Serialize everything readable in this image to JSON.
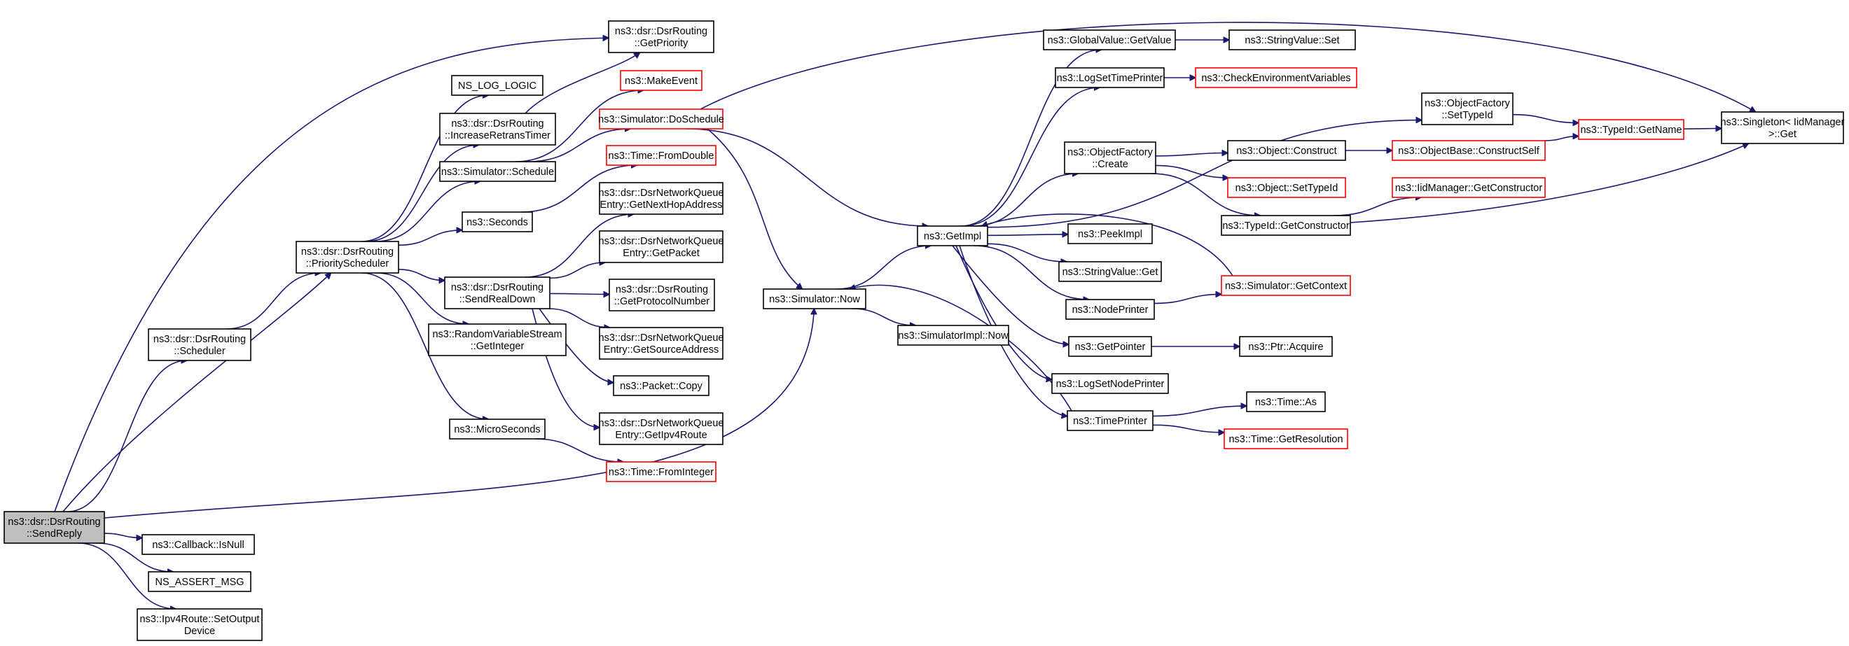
{
  "colors": {
    "edge": "#191970",
    "node_border": "#000000",
    "external_border": "#ff0000",
    "root_fill": "#bfbfbf",
    "background": "#ffffff"
  },
  "nodes": [
    {
      "id": "sendreply",
      "lines": [
        "ns3::dsr::DsrRouting",
        "::SendReply"
      ],
      "style": "root"
    },
    {
      "id": "scheduler",
      "lines": [
        "ns3::dsr::DsrRouting",
        "::Scheduler"
      ],
      "style": "normal"
    },
    {
      "id": "isnull",
      "lines": [
        "ns3::Callback::IsNull"
      ],
      "style": "normal"
    },
    {
      "id": "assertmsg",
      "lines": [
        "NS_ASSERT_MSG"
      ],
      "style": "normal"
    },
    {
      "id": "setoutput",
      "lines": [
        "ns3::Ipv4Route::SetOutput",
        "Device"
      ],
      "style": "normal"
    },
    {
      "id": "priosched",
      "lines": [
        "ns3::dsr::DsrRouting",
        "::PriorityScheduler"
      ],
      "style": "normal"
    },
    {
      "id": "getpriority",
      "lines": [
        "ns3::dsr::DsrRouting",
        "::GetPriority"
      ],
      "style": "normal"
    },
    {
      "id": "nslog",
      "lines": [
        "NS_LOG_LOGIC"
      ],
      "style": "normal"
    },
    {
      "id": "incretrans",
      "lines": [
        "ns3::dsr::DsrRouting",
        "::IncreaseRetransTimer"
      ],
      "style": "normal"
    },
    {
      "id": "simschedule",
      "lines": [
        "ns3::Simulator::Schedule"
      ],
      "style": "normal"
    },
    {
      "id": "seconds",
      "lines": [
        "ns3::Seconds"
      ],
      "style": "normal"
    },
    {
      "id": "sendrealdown",
      "lines": [
        "ns3::dsr::DsrRouting",
        "::SendRealDown"
      ],
      "style": "normal"
    },
    {
      "id": "rvsgetint",
      "lines": [
        "ns3::RandomVariableStream",
        "::GetInteger"
      ],
      "style": "normal"
    },
    {
      "id": "microseconds",
      "lines": [
        "ns3::MicroSeconds"
      ],
      "style": "normal"
    },
    {
      "id": "makeevent",
      "lines": [
        "ns3::MakeEvent"
      ],
      "style": "external"
    },
    {
      "id": "doschedule",
      "lines": [
        "ns3::Simulator::DoSchedule"
      ],
      "style": "external"
    },
    {
      "id": "fromdouble",
      "lines": [
        "ns3::Time::FromDouble"
      ],
      "style": "external"
    },
    {
      "id": "getnexthop",
      "lines": [
        "ns3::dsr::DsrNetworkQueue",
        "Entry::GetNextHopAddress"
      ],
      "style": "normal"
    },
    {
      "id": "getpacket",
      "lines": [
        "ns3::dsr::DsrNetworkQueue",
        "Entry::GetPacket"
      ],
      "style": "normal"
    },
    {
      "id": "getprotocol",
      "lines": [
        "ns3::dsr::DsrRouting",
        "::GetProtocolNumber"
      ],
      "style": "normal"
    },
    {
      "id": "getsource",
      "lines": [
        "ns3::dsr::DsrNetworkQueue",
        "Entry::GetSourceAddress"
      ],
      "style": "normal"
    },
    {
      "id": "packetcopy",
      "lines": [
        "ns3::Packet::Copy"
      ],
      "style": "normal"
    },
    {
      "id": "getipv4route",
      "lines": [
        "ns3::dsr::DsrNetworkQueue",
        "Entry::GetIpv4Route"
      ],
      "style": "normal"
    },
    {
      "id": "frominteger",
      "lines": [
        "ns3::Time::FromInteger"
      ],
      "style": "external"
    },
    {
      "id": "simnow",
      "lines": [
        "ns3::Simulator::Now"
      ],
      "style": "normal"
    },
    {
      "id": "getimpl",
      "lines": [
        "ns3::GetImpl"
      ],
      "style": "normal"
    },
    {
      "id": "simimplnow",
      "lines": [
        "ns3::SimulatorImpl::Now"
      ],
      "style": "normal"
    },
    {
      "id": "globalgetvalue",
      "lines": [
        "ns3::GlobalValue::GetValue"
      ],
      "style": "normal"
    },
    {
      "id": "logsettime",
      "lines": [
        "ns3::LogSetTimePrinter"
      ],
      "style": "normal"
    },
    {
      "id": "objfactcreate",
      "lines": [
        "ns3::ObjectFactory",
        "::Create"
      ],
      "style": "normal"
    },
    {
      "id": "peekimpl",
      "lines": [
        "ns3::PeekImpl"
      ],
      "style": "normal"
    },
    {
      "id": "stringvalueget",
      "lines": [
        "ns3::StringValue::Get"
      ],
      "style": "normal"
    },
    {
      "id": "nodeprinter",
      "lines": [
        "ns3::NodePrinter"
      ],
      "style": "normal"
    },
    {
      "id": "getpointer",
      "lines": [
        "ns3::GetPointer"
      ],
      "style": "normal"
    },
    {
      "id": "logsetnode",
      "lines": [
        "ns3::LogSetNodePrinter"
      ],
      "style": "normal"
    },
    {
      "id": "timeprinter",
      "lines": [
        "ns3::TimePrinter"
      ],
      "style": "normal"
    },
    {
      "id": "stringvalueset",
      "lines": [
        "ns3::StringValue::Set"
      ],
      "style": "normal"
    },
    {
      "id": "checkenv",
      "lines": [
        "ns3::CheckEnvironmentVariables"
      ],
      "style": "external"
    },
    {
      "id": "objfactsettype",
      "lines": [
        "ns3::ObjectFactory",
        "::SetTypeId"
      ],
      "style": "normal"
    },
    {
      "id": "objconstruct",
      "lines": [
        "ns3::Object::Construct"
      ],
      "style": "normal"
    },
    {
      "id": "objsettypeid",
      "lines": [
        "ns3::Object::SetTypeId"
      ],
      "style": "external"
    },
    {
      "id": "typeidgetctor",
      "lines": [
        "ns3::TypeId::GetConstructor"
      ],
      "style": "normal"
    },
    {
      "id": "simgetcontext",
      "lines": [
        "ns3::Simulator::GetContext"
      ],
      "style": "external"
    },
    {
      "id": "ptracquire",
      "lines": [
        "ns3::Ptr::Acquire"
      ],
      "style": "normal"
    },
    {
      "id": "timeas",
      "lines": [
        "ns3::Time::As"
      ],
      "style": "normal"
    },
    {
      "id": "timegetres",
      "lines": [
        "ns3::Time::GetResolution"
      ],
      "style": "external"
    },
    {
      "id": "objbaseconstruct",
      "lines": [
        "ns3::ObjectBase::ConstructSelf"
      ],
      "style": "external"
    },
    {
      "id": "iidmgetctor",
      "lines": [
        "ns3::IidManager::GetConstructor"
      ],
      "style": "external"
    },
    {
      "id": "typeidgetname",
      "lines": [
        "ns3::TypeId::GetName"
      ],
      "style": "external"
    },
    {
      "id": "singleton",
      "lines": [
        "ns3::Singleton< IidManager",
        " >::Get"
      ],
      "style": "normal"
    }
  ],
  "edges": [
    [
      "sendreply",
      "getpriority"
    ],
    [
      "sendreply",
      "priosched"
    ],
    [
      "sendreply",
      "scheduler"
    ],
    [
      "sendreply",
      "simnow"
    ],
    [
      "sendreply",
      "isnull"
    ],
    [
      "sendreply",
      "assertmsg"
    ],
    [
      "sendreply",
      "setoutput"
    ],
    [
      "scheduler",
      "priosched"
    ],
    [
      "priosched",
      "nslog"
    ],
    [
      "priosched",
      "incretrans"
    ],
    [
      "priosched",
      "simschedule"
    ],
    [
      "priosched",
      "seconds"
    ],
    [
      "priosched",
      "sendrealdown"
    ],
    [
      "priosched",
      "rvsgetint"
    ],
    [
      "priosched",
      "microseconds"
    ],
    [
      "incretrans",
      "getpriority"
    ],
    [
      "simschedule",
      "makeevent"
    ],
    [
      "simschedule",
      "doschedule"
    ],
    [
      "seconds",
      "fromdouble"
    ],
    [
      "microseconds",
      "frominteger"
    ],
    [
      "sendrealdown",
      "getnexthop"
    ],
    [
      "sendrealdown",
      "getpacket"
    ],
    [
      "sendrealdown",
      "getprotocol"
    ],
    [
      "sendrealdown",
      "getsource"
    ],
    [
      "sendrealdown",
      "packetcopy"
    ],
    [
      "sendrealdown",
      "getipv4route"
    ],
    [
      "doschedule",
      "getimpl"
    ],
    [
      "doschedule",
      "simnow"
    ],
    [
      "doschedule",
      "singleton"
    ],
    [
      "simnow",
      "getimpl"
    ],
    [
      "simnow",
      "simimplnow"
    ],
    [
      "getimpl",
      "globalgetvalue"
    ],
    [
      "getimpl",
      "logsettime"
    ],
    [
      "getimpl",
      "objfactsettype"
    ],
    [
      "getimpl",
      "objfactcreate"
    ],
    [
      "getimpl",
      "peekimpl"
    ],
    [
      "getimpl",
      "stringvalueget"
    ],
    [
      "getimpl",
      "nodeprinter"
    ],
    [
      "getimpl",
      "getpointer"
    ],
    [
      "getimpl",
      "logsetnode"
    ],
    [
      "getimpl",
      "timeprinter"
    ],
    [
      "globalgetvalue",
      "stringvalueset"
    ],
    [
      "logsettime",
      "checkenv"
    ],
    [
      "objfactsettype",
      "typeidgetname"
    ],
    [
      "objfactcreate",
      "objconstruct"
    ],
    [
      "objfactcreate",
      "objsettypeid"
    ],
    [
      "objfactcreate",
      "typeidgetctor"
    ],
    [
      "objconstruct",
      "objbaseconstruct"
    ],
    [
      "objbaseconstruct",
      "typeidgetname"
    ],
    [
      "typeidgetname",
      "singleton"
    ],
    [
      "typeidgetctor",
      "iidmgetctor"
    ],
    [
      "typeidgetctor",
      "singleton"
    ],
    [
      "simgetcontext",
      "getimpl"
    ],
    [
      "nodeprinter",
      "simgetcontext"
    ],
    [
      "getpointer",
      "ptracquire"
    ],
    [
      "timeprinter",
      "simnow"
    ],
    [
      "timeprinter",
      "timeas"
    ],
    [
      "timeprinter",
      "timegetres"
    ]
  ]
}
